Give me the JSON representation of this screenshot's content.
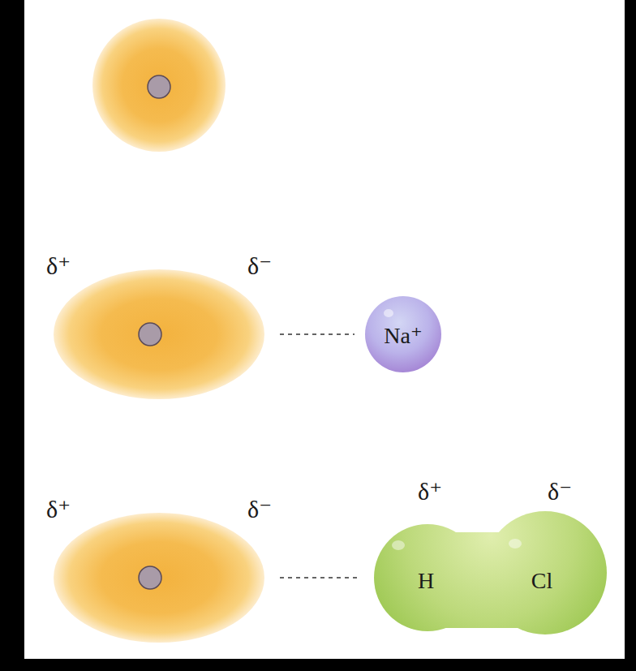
{
  "diagram": {
    "nodes": [
      {
        "text": [
          "δ⁺",
          "δ⁻"
        ]
      },
      {
        "text": [
          "Na⁺"
        ]
      },
      {
        "text": [
          "δ⁺",
          "δ⁻"
        ]
      },
      {
        "text": [
          "δ⁺",
          "δ⁻",
          "H",
          "Cl"
        ]
      }
    ],
    "edges": [
      {
        "from": 0,
        "to": 1,
        "arrow": "none"
      },
      {
        "from": 2,
        "to": 3,
        "arrow": "none"
      }
    ]
  }
}
